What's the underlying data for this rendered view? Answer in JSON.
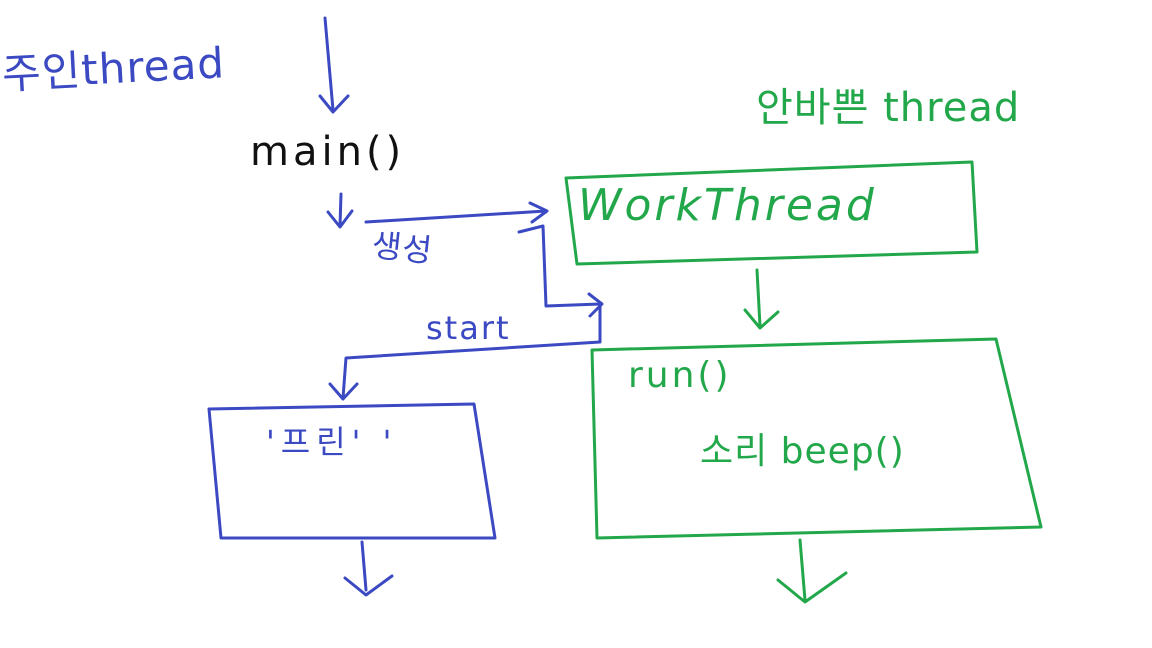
{
  "colors": {
    "main_flow": "#3b49c2",
    "work_flow": "#22a84a",
    "text_dark": "#111111"
  },
  "labels": {
    "main_thread": "주인thread",
    "main_call": "main()",
    "create": "생성",
    "start": "start",
    "work_thread": "안바쁜 thread",
    "work_thread_box": "WorkThread",
    "run_call": "run()",
    "beep_call": "소리 beep()",
    "print_box": "'프린' '"
  }
}
